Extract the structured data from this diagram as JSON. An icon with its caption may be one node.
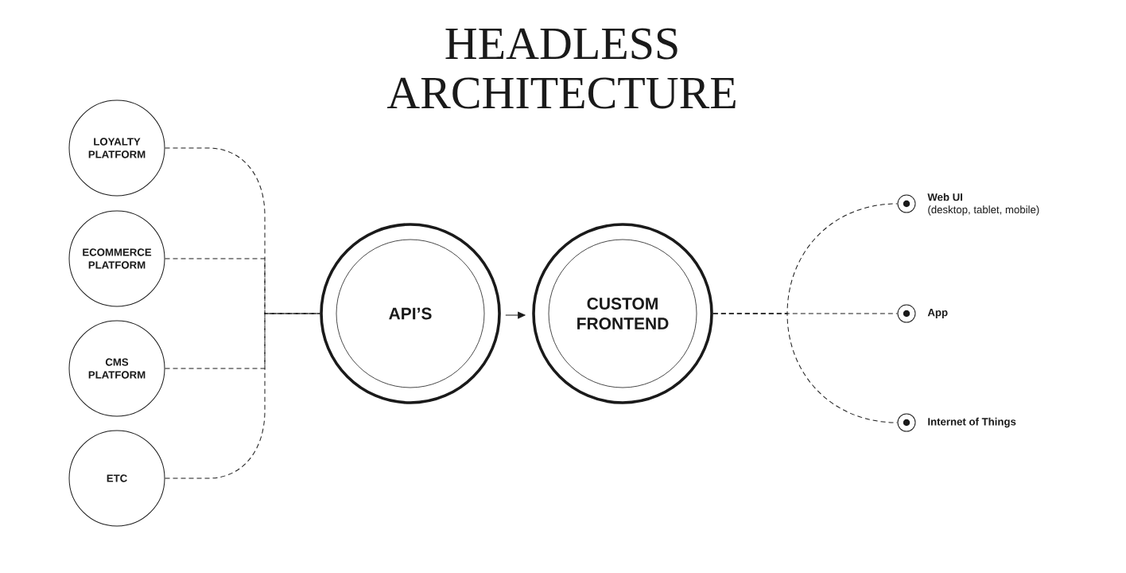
{
  "diagram": {
    "title": "HEADLESS ARCHITECTURE",
    "nodes": [
      {
        "text": [
          "LOYALTY PLATFORM"
        ]
      },
      {
        "text": [
          "ECOMMERCE PLATFORM"
        ]
      },
      {
        "text": [
          "CMS PLATFORM"
        ]
      },
      {
        "text": [
          "ETC"
        ]
      },
      {
        "text": [
          "API’S"
        ]
      },
      {
        "text": [
          "CUSTOM FRONTEND"
        ]
      },
      {
        "text": [],
        "shape": "circle",
        "beside": [
          "Web UI",
          "(desktop, tablet, mobile)"
        ]
      },
      {
        "text": [],
        "shape": "circle",
        "beside": [
          "App"
        ]
      },
      {
        "text": [],
        "shape": "circle",
        "beside": [
          "Internet of Things"
        ]
      }
    ],
    "edges": [
      {
        "from": 0,
        "to": 4,
        "arrow": "none",
        "style": "dashed"
      },
      {
        "from": 1,
        "to": 4,
        "arrow": "none",
        "style": "dashed"
      },
      {
        "from": 2,
        "to": 4,
        "arrow": "none",
        "style": "dashed"
      },
      {
        "from": 3,
        "to": 4,
        "arrow": "none",
        "style": "dashed"
      },
      {
        "from": 4,
        "to": 5,
        "arrow": "to"
      },
      {
        "from": 5,
        "to": 6,
        "arrow": "none",
        "style": "dashed"
      },
      {
        "from": 5,
        "to": 7,
        "arrow": "none",
        "style": "dashed"
      },
      {
        "from": 5,
        "to": 8,
        "arrow": "none",
        "style": "dashed"
      }
    ]
  }
}
